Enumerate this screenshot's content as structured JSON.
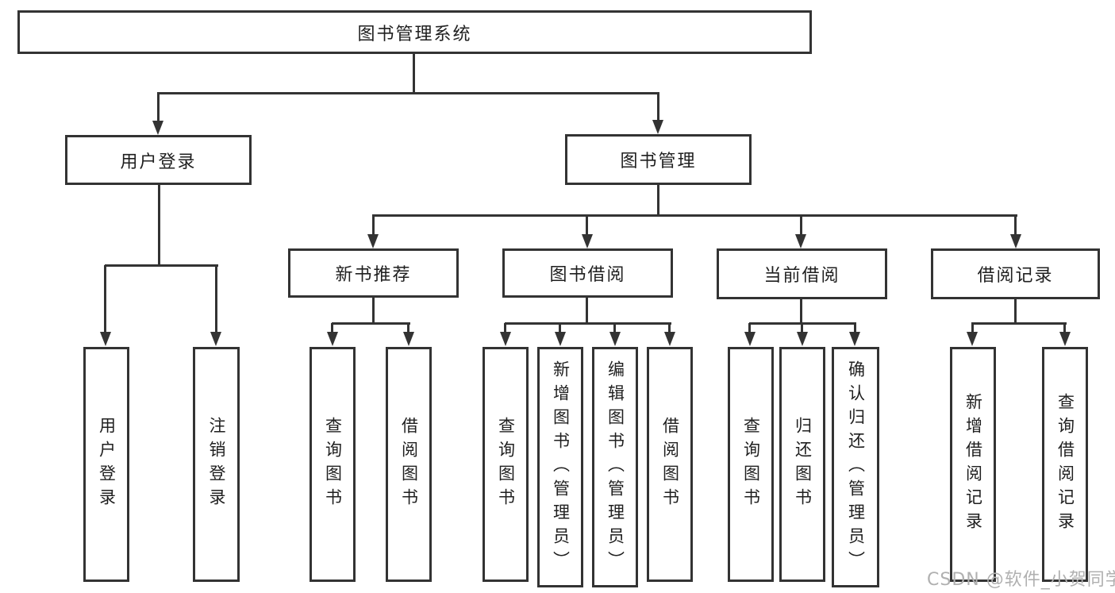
{
  "diagram": {
    "type": "hierarchy-tree",
    "nodes": {
      "root": {
        "id": "library-management-system",
        "label": "图书管理系统"
      },
      "level2": [
        {
          "id": "user-login",
          "label": "用户登录",
          "parent": "library-management-system"
        },
        {
          "id": "book-management",
          "label": "图书管理",
          "parent": "library-management-system"
        }
      ],
      "level3": [
        {
          "id": "new-book-recommend",
          "label": "新书推荐",
          "parent": "book-management"
        },
        {
          "id": "book-borrow",
          "label": "图书借阅",
          "parent": "book-management"
        },
        {
          "id": "current-borrow",
          "label": "当前借阅",
          "parent": "book-management"
        },
        {
          "id": "borrow-records",
          "label": "借阅记录",
          "parent": "book-management"
        }
      ],
      "leaves": [
        {
          "label": "用户登录",
          "parent": "user-login"
        },
        {
          "label": "注销登录",
          "parent": "user-login"
        },
        {
          "label": "查询图书",
          "parent": "new-book-recommend"
        },
        {
          "label": "借阅图书",
          "parent": "new-book-recommend"
        },
        {
          "label": "查询图书",
          "parent": "book-borrow"
        },
        {
          "label": "新增图书（管理员）",
          "parent": "book-borrow"
        },
        {
          "label": "编辑图书（管理员）",
          "parent": "book-borrow"
        },
        {
          "label": "借阅图书",
          "parent": "book-borrow"
        },
        {
          "label": "查询图书",
          "parent": "current-borrow"
        },
        {
          "label": "归还图书",
          "parent": "current-borrow"
        },
        {
          "label": "确认归还（管理员）",
          "parent": "current-borrow"
        },
        {
          "label": "新增借阅记录",
          "parent": "borrow-records"
        },
        {
          "label": "查询借阅记录",
          "parent": "borrow-records"
        }
      ]
    },
    "colors": {
      "line": "#333333",
      "box_border": "#333333",
      "box_background": "#ffffff",
      "text": "#1f1f1f",
      "page_background": "#ffffff",
      "watermark": "#b0b0b0"
    }
  },
  "watermark": {
    "text": "CSDN @软件_小贺同学"
  }
}
